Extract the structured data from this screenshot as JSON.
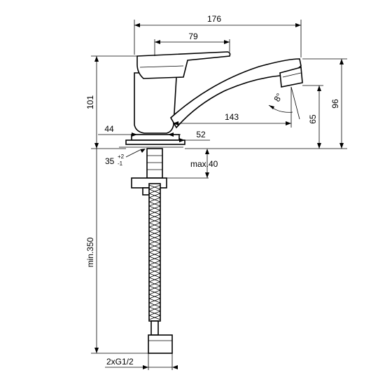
{
  "dimensions": {
    "overall_width": "176",
    "lever_length": "79",
    "body_height": "101",
    "spout_reach": "143",
    "base_diameter": "44",
    "base_outer": "52",
    "total_height": "96",
    "outlet_height": "65",
    "spout_angle": "8°",
    "mounting_hole": "35",
    "tolerance_upper": "+2",
    "tolerance_lower": "-1",
    "deck_thickness": "max.40",
    "hose_length": "min.350",
    "connection": "2xG1/2"
  }
}
